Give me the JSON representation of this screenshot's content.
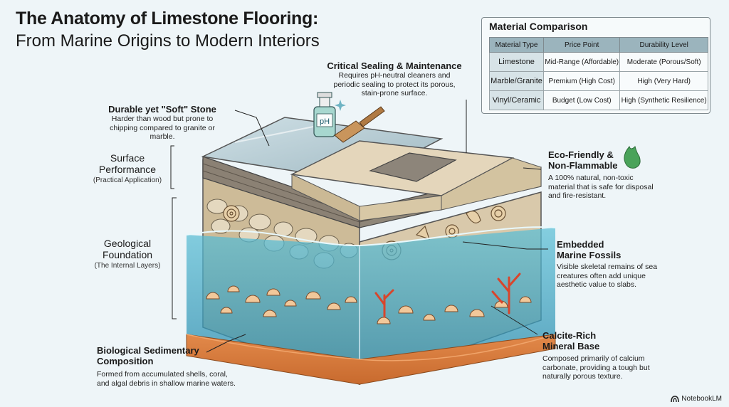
{
  "title": {
    "line1": "The Anatomy of Limestone Flooring:",
    "line2": "From Marine Origins to Modern Interiors"
  },
  "callouts": {
    "sealing": {
      "title": "Critical Sealing & Maintenance",
      "body": "Requires pH-neutral cleaners and periodic sealing to protect its porous, stain-prone surface."
    },
    "durable": {
      "title": "Durable yet \"Soft\" Stone",
      "body": "Harder than wood but prone to chipping compared to granite or marble."
    },
    "eco": {
      "title": "Eco-Friendly & Non-Flammable",
      "body": "A 100% natural, non-toxic material that is safe for disposal and fire-resistant."
    },
    "fossils": {
      "title": "Embedded Marine Fossils",
      "body": "Visible skeletal remains of sea creatures often add unique aesthetic value to slabs."
    },
    "calcite": {
      "title": "Calcite-Rich Mineral Base",
      "body": "Composed primarily of calcium carbonate, providing a tough but naturally porous texture."
    },
    "biological": {
      "title": "Biological Sedimentary Composition",
      "body": "Formed from accumulated shells, coral, and algal debris in shallow marine waters."
    }
  },
  "side_labels": {
    "surface": {
      "title": "Surface Performance",
      "sub": "(Practical Application)"
    },
    "geological": {
      "title": "Geological Foundation",
      "sub": "(The Internal Layers)"
    }
  },
  "bottle_label": "pH",
  "table": {
    "title": "Material Comparison",
    "headers": [
      "Material Type",
      "Price Point",
      "Durability Level"
    ],
    "rows": [
      [
        "Limestone",
        "Mid-Range (Affordable)",
        "Moderate (Porous/Soft)"
      ],
      [
        "Marble/Granite",
        "Premium (High Cost)",
        "High (Very Hard)"
      ],
      [
        "Vinyl/Ceramic",
        "Budget (Low Cost)",
        "High (Synthetic Resilience)"
      ]
    ]
  },
  "branding": "NotebookLM",
  "icons": [
    "flame-icon",
    "notebook-logo-icon",
    "sparkle-icon"
  ]
}
